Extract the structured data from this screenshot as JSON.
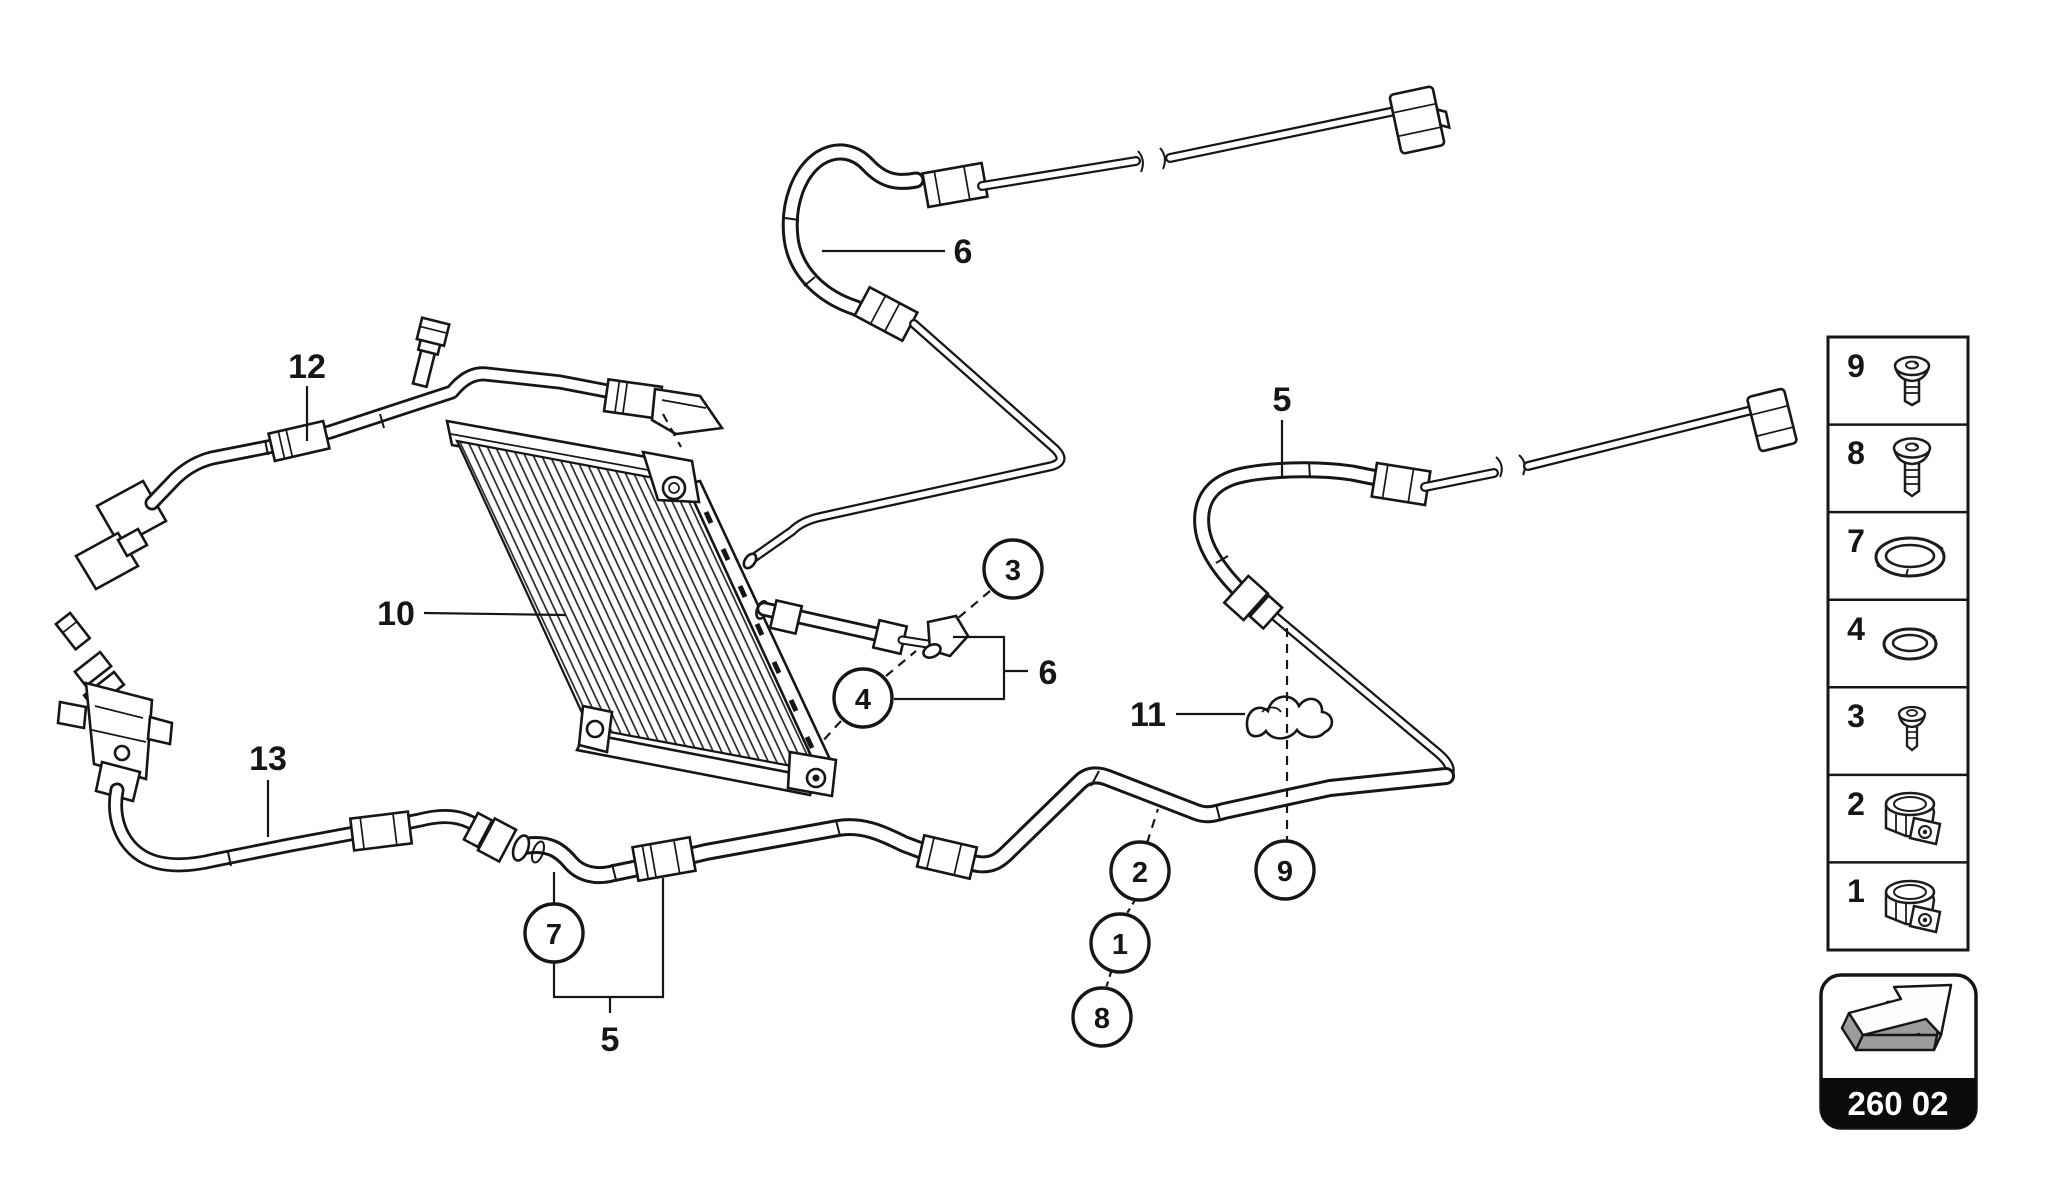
{
  "colors": {
    "ink": "#161616",
    "paper": "#ffffff",
    "code_band": "#0b0b0b",
    "arrow_fill": "#9c9c9c"
  },
  "code_box": {
    "code": "260 02",
    "icon": "arrow-up-right-3d"
  },
  "legend": {
    "rows": [
      {
        "number": "9",
        "icon": "pan-head-screw-short"
      },
      {
        "number": "8",
        "icon": "pan-head-screw-long"
      },
      {
        "number": "7",
        "icon": "o-ring-large"
      },
      {
        "number": "4",
        "icon": "o-ring-small"
      },
      {
        "number": "3",
        "icon": "pan-head-screw-small"
      },
      {
        "number": "2",
        "icon": "hose-clamp"
      },
      {
        "number": "1",
        "icon": "hose-clamp"
      }
    ]
  },
  "callouts": {
    "circled": {
      "c3": "3",
      "c4": "4",
      "c2": "2",
      "c9": "9",
      "c1": "1",
      "c8": "8",
      "c7": "7"
    },
    "plain": {
      "hose_top": "6",
      "pipe_right": "5",
      "pipe_upper_left": "12",
      "condenser": "10",
      "hose_lower_left": "13",
      "retaining_clip": "11",
      "fitting_group": "6",
      "pipe_lower_group": "5"
    }
  }
}
